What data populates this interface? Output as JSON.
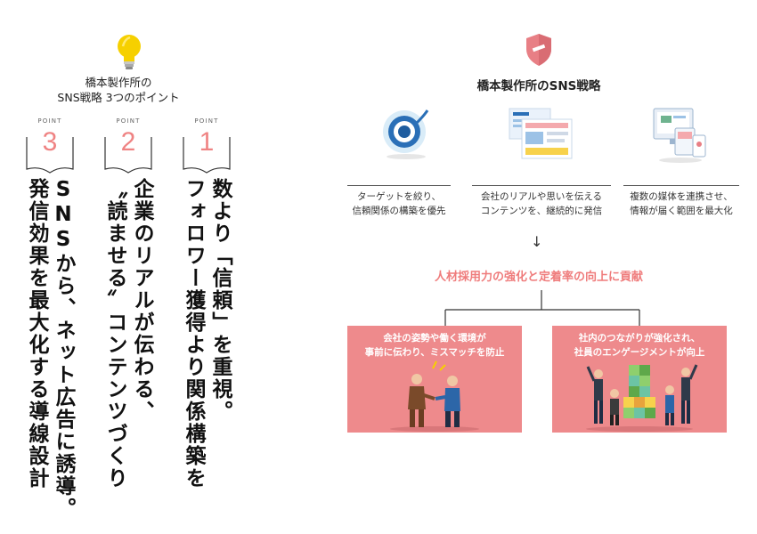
{
  "left": {
    "title_line1": "橋本製作所の",
    "title_line2": "SNS戦略 3つのポイント",
    "point_label": "POINT",
    "points": [
      {
        "number": "1",
        "text": "数より「信頼」を重視。\nフォロワー獲得より関係構築を"
      },
      {
        "number": "2",
        "text": "企業のリアルが伝わる、\n〝読ませる〟コンテンツづくり"
      },
      {
        "number": "3",
        "text": "SNSから、ネット広告に誘導。\n発信効果を最大化する導線設計"
      }
    ]
  },
  "right": {
    "title": "橋本製作所のSNS戦略",
    "strategies": [
      {
        "icon": "target-icon",
        "line1": "ターゲットを絞り、",
        "line2": "信頼関係の構築を優先"
      },
      {
        "icon": "content-screens-icon",
        "line1": "会社のリアルや思いを伝える",
        "line2": "コンテンツを、継続的に発信"
      },
      {
        "icon": "multi-device-icon",
        "line1": "複数の媒体を連携させ、",
        "line2": "情報が届く範囲を最大化"
      }
    ],
    "arrow": "↓",
    "contribution": "人材採用力の強化と定着率の向上に貢献",
    "outcomes": [
      {
        "line1": "会社の姿勢や働く環境が",
        "line2": "事前に伝わり、ミスマッチを防止"
      },
      {
        "line1": "社内のつながりが強化され、",
        "line2": "社員のエンゲージメントが向上"
      }
    ]
  },
  "colors": {
    "accent_pink": "#ee8a8c",
    "point_number": "#ef8383",
    "bulb": "#f6d000",
    "shield": "#e87f85"
  }
}
